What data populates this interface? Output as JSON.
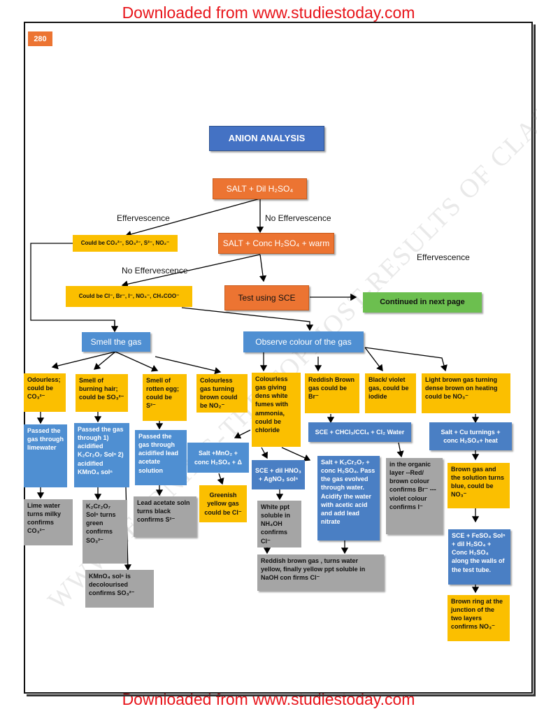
{
  "header_text": "Downloaded from www.studiestoday.com",
  "footer_text": "Downloaded from www.studiestoday.com",
  "page_number": "280",
  "watermark": "WWW.LEARNING-THE-TOPMOST-RESULTS OF CLASS XII",
  "title": "ANION ANALYSIS",
  "nodes": {
    "salt_dil": "SALT + Dil H₂SO₄",
    "effervescence_1": "Effervescence",
    "no_effervescence_1": "No Effervescence",
    "could_be_co3": "Could be CO₃²⁻, SO₃²⁻, S²⁻, NO₂⁻",
    "salt_conc": "SALT + Conc H₂SO₄ + warm",
    "no_effervescence_2": "No Effervescence",
    "effervescence_2": "Effervescence",
    "could_be_cl": "Could be Cl⁻, Br⁻, I⁻, NO₃⁻, CH₃COO⁻",
    "test_sce": "Test using SCE",
    "continued": "Continued in next page",
    "smell_gas": "Smell the gas",
    "observe_colour": "Observe colour of the gas",
    "odourless": "Odourless; could be CO₃²⁻",
    "burning_hair": "Smell of burning hair; could be SO₃²⁻",
    "rotten_egg": "Smell of rotten egg; could be S²⁻",
    "colourless_no2": "Colourless gas turning brown could be NO₂⁻",
    "colourless_fumes": "Colourless gas giving dens white fumes with ammonia, could be chloride",
    "reddish_brown": "Reddish Brown gas could be Br⁻",
    "black_violet": "Black/ violet gas, could be iodide",
    "light_brown": "Light brown gas turning dense brown on heating could be NO₃⁻",
    "passed_limewater": "Passed the gas through limewater",
    "passed_k2cr2o7": "Passed the gas through 1) acidified K₂Cr₂O₇ Solⁿ 2) acidified KMnO₄ solⁿ",
    "passed_lead_acetate": "Passed the gas through acidified lead acetate solution",
    "salt_mno2": "Salt +MnO₂ + conc H₂SO₄ + Δ",
    "sce_chcl3": "SCE + CHCl₃/CCl₄ + Cl₂ Water",
    "salt_cu": "Salt + Cu turnings + conc H₂SO₄+ heat",
    "limewater_milky": "Lime water turns milky confirms CO₃²⁻",
    "k2cr2o7_green": "K₂Cr₂O₇ Solⁿ turns green confirms SO₃²⁻",
    "kmno4_decolourised": "KMnO₄ solⁿ is decolourised confirms SO₃²⁻",
    "lead_acetate_black": "Lead acetate soln turns black confirms S²⁻",
    "greenish_yellow": "Greenish yellow gas could be Cl⁻",
    "sce_hno3": "SCE + dil HNO₃ + AgNO₃ solⁿ",
    "white_ppt": "White ppt soluble in NH₄OH confirms Cl⁻",
    "salt_k2cr2o7": "Salt + K₂Cr₂O₇ + conc H₂SO₄. Pass the gas evolved through water. Acidify the water with acetic acid and add lead nitrate",
    "organic_layer": "in the organic layer --Red/ brown colour confirms Br⁻ ---violet colour confirms I⁻",
    "reddish_brown_gas": "Reddish brown gas , turns water yellow, finally yellow ppt soluble in NaOH con firms Cl⁻",
    "brown_gas_solution": "Brown gas and the solution turns blue, could be NO₃⁻",
    "sce_feso4": "SCE + FeSO₄ Solⁿ + dil H₂SO₄ + Conc H₂SO₄ along the walls of the test tube.",
    "brown_ring": "Brown ring at the junction of the two layers confirms NO₃⁻"
  },
  "colors": {
    "header_red": "#e8151b",
    "title_blue": "#4472c4",
    "orange": "#ec7432",
    "yellow": "#fbbf00",
    "blue": "#4f8fd2",
    "grey": "#a5a5a5",
    "green": "#6cbf4f"
  }
}
